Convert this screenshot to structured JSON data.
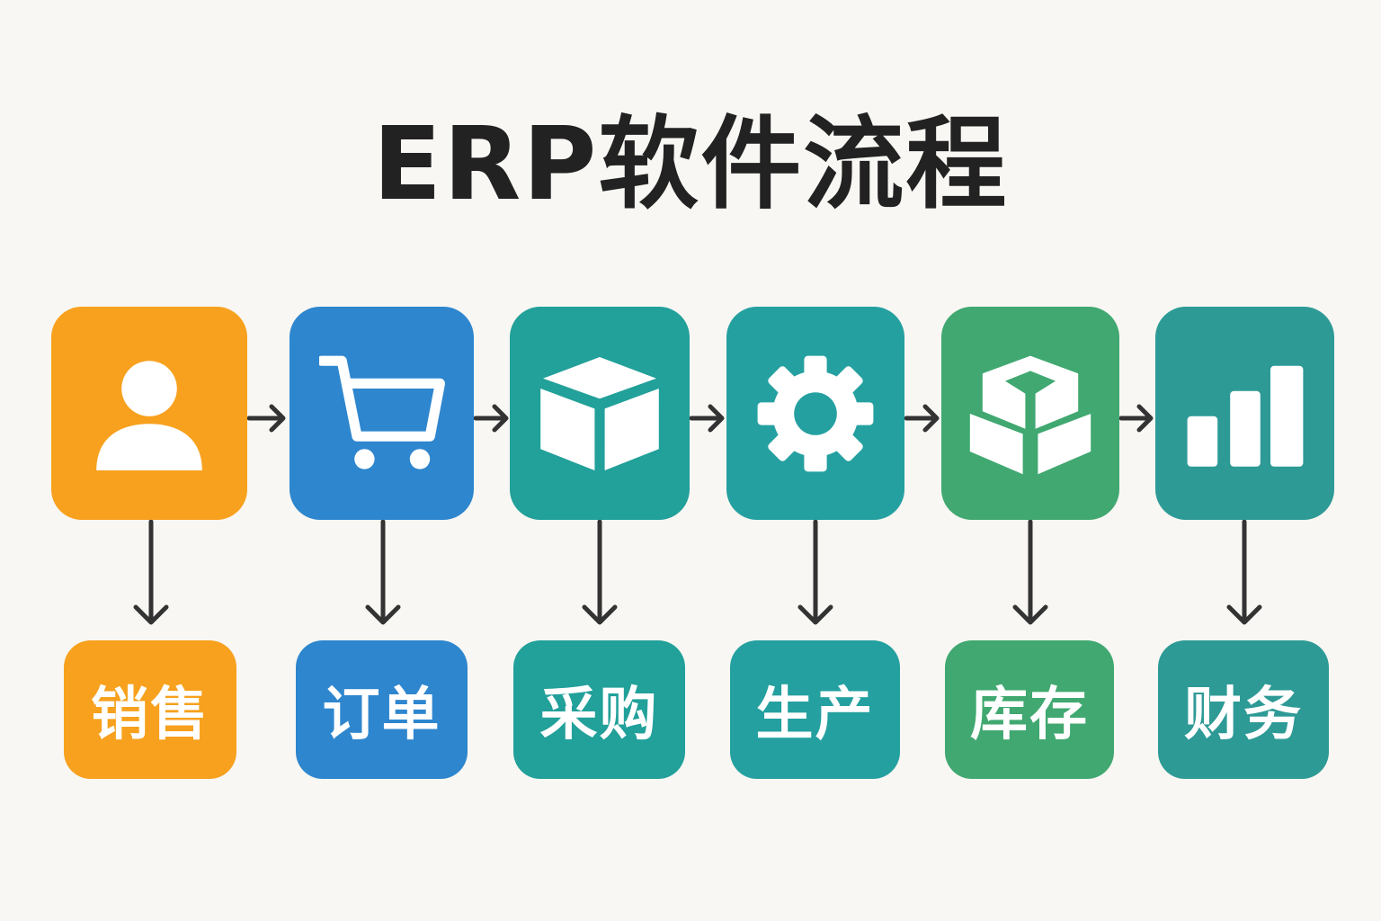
{
  "title": "ERP软件流程",
  "colors": {
    "sales": "#F7A11E",
    "order": "#2E86CE",
    "purchase": "#22A09A",
    "production": "#25A0A0",
    "inventory": "#40A870",
    "finance": "#2E9A96"
  },
  "steps": [
    {
      "label": "销售",
      "icon": "user-icon"
    },
    {
      "label": "订单",
      "icon": "cart-icon"
    },
    {
      "label": "采购",
      "icon": "cube-icon"
    },
    {
      "label": "生产",
      "icon": "gear-icon"
    },
    {
      "label": "库存",
      "icon": "boxes-icon"
    },
    {
      "label": "财务",
      "icon": "bar-chart-icon"
    }
  ]
}
